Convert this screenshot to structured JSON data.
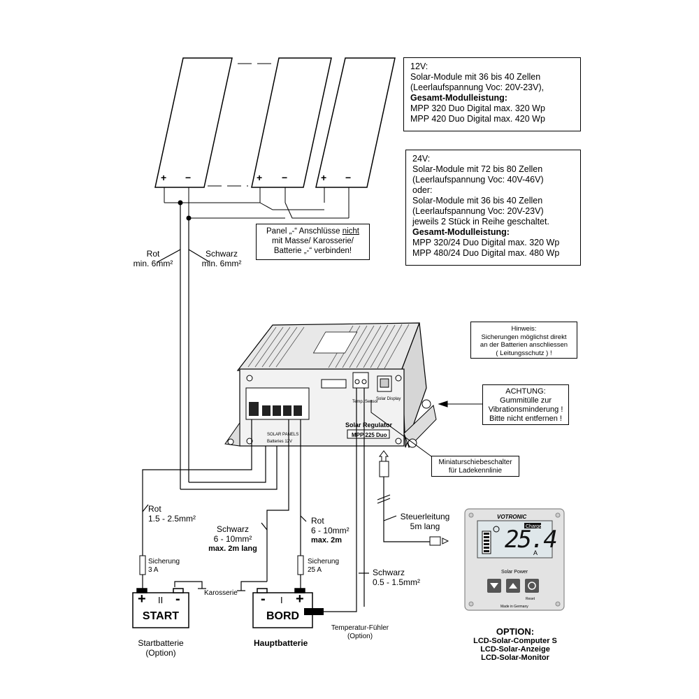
{
  "info_12v": {
    "title": "12V:",
    "line1": "Solar-Module mit 36 bis 40 Zellen",
    "line2": "(Leerlaufspannung Voc: 20V-23V),",
    "heading": "Gesamt-Modulleistung:",
    "row1": "MPP 320 Duo Digital  max. 320 Wp",
    "row2": "MPP 420 Duo Digital  max. 420 Wp"
  },
  "info_24v": {
    "title": "24V:",
    "line1": "Solar-Module mit 72 bis 80 Zellen",
    "line2": "(Leerlaufspannung Voc: 40V-46V)",
    "line3": "oder:",
    "line4": "Solar-Module mit 36 bis 40 Zellen",
    "line5": "(Leerlaufspannung Voc: 20V-23V)",
    "line6": "jeweils 2 Stück in Reihe geschaltet.",
    "heading": "Gesamt-Modulleistung:",
    "row1": "MPP 320/24 Duo Digital  max. 320 Wp",
    "row2": "MPP 480/24 Duo Digital  max. 480 Wp"
  },
  "panel_note": {
    "line1_pre": "Panel „-“ Anschlüsse ",
    "line1_em": "nicht",
    "line2": "mit Masse/ Karosserie/",
    "line3": "Batterie „-“ verbinden!"
  },
  "hinweis": {
    "title": "Hinweis:",
    "line1": "Sicherungen möglichst direkt",
    "line2": "an der Batterien anschliessen",
    "line3": "( Leitungsschutz ) !"
  },
  "achtung": {
    "title": "ACHTUNG:",
    "line1": "Gummitülle zur",
    "line2": "Vibrationsminderung !",
    "line3": "Bitte nicht entfernen !"
  },
  "switch_note": {
    "line1": "Miniaturschiebeschalter",
    "line2": "für Ladekennlinie"
  },
  "panel_terminals": {
    "plus": "+",
    "minus": "−"
  },
  "wires": {
    "rot_top": {
      "name": "Rot",
      "spec": "min. 6mm²"
    },
    "schwarz_top": {
      "name": "Schwarz",
      "spec": "min. 6mm²"
    },
    "rot_start": {
      "name": "Rot",
      "spec": "1.5 - 2.5mm²"
    },
    "schwarz_bord": {
      "name": "Schwarz",
      "spec": "6 - 10mm²",
      "note": "max. 2m lang"
    },
    "rot_bord": {
      "name": "Rot",
      "spec": "6 - 10mm²",
      "note": "max. 2m"
    },
    "schwarz_temp": {
      "name": "Schwarz",
      "spec": "0.5 - 1.5mm²"
    },
    "steuer": {
      "name": "Steuerleitung",
      "spec": "5m lang"
    }
  },
  "fuses": {
    "start": {
      "label": "Sicherung",
      "value": "3 A"
    },
    "bord": {
      "label": "Sicherung",
      "value": "25 A"
    }
  },
  "karosserie": "Karosserie",
  "temp_sensor": {
    "line1": "Temperatur-Fühler",
    "line2": "(Option)"
  },
  "battery_start": {
    "title": "START",
    "numeral": "II",
    "plus": "+",
    "minus": "-",
    "caption1": "Startbatterie",
    "caption2": "(Option)"
  },
  "battery_bord": {
    "title": "BORD",
    "numeral": "I",
    "plus": "+",
    "minus": "-",
    "caption": "Hauptbatterie"
  },
  "regulator": {
    "name": "Solar Regulator",
    "model": "MPP 225 Duo",
    "terminal_label": "SOLAR PANELS",
    "battery_label": "Batteries 12V",
    "port1": "Temp. Sensor",
    "port2": "Solar Display"
  },
  "lcd": {
    "brand": "VOTRONIC",
    "badge": "Charge",
    "value": "25.4",
    "unit": "A",
    "caption": "Solar Power",
    "reset": "Reset",
    "made": "Made in Germany"
  },
  "option": {
    "title": "OPTION:",
    "line1": "LCD-Solar-Computer S",
    "line2": "LCD-Solar-Anzeige",
    "line3": "LCD-Solar-Monitor"
  },
  "colors": {
    "line": "#000000",
    "lcd_screen": "#dfe7ea",
    "device": "#e8e8e8"
  }
}
